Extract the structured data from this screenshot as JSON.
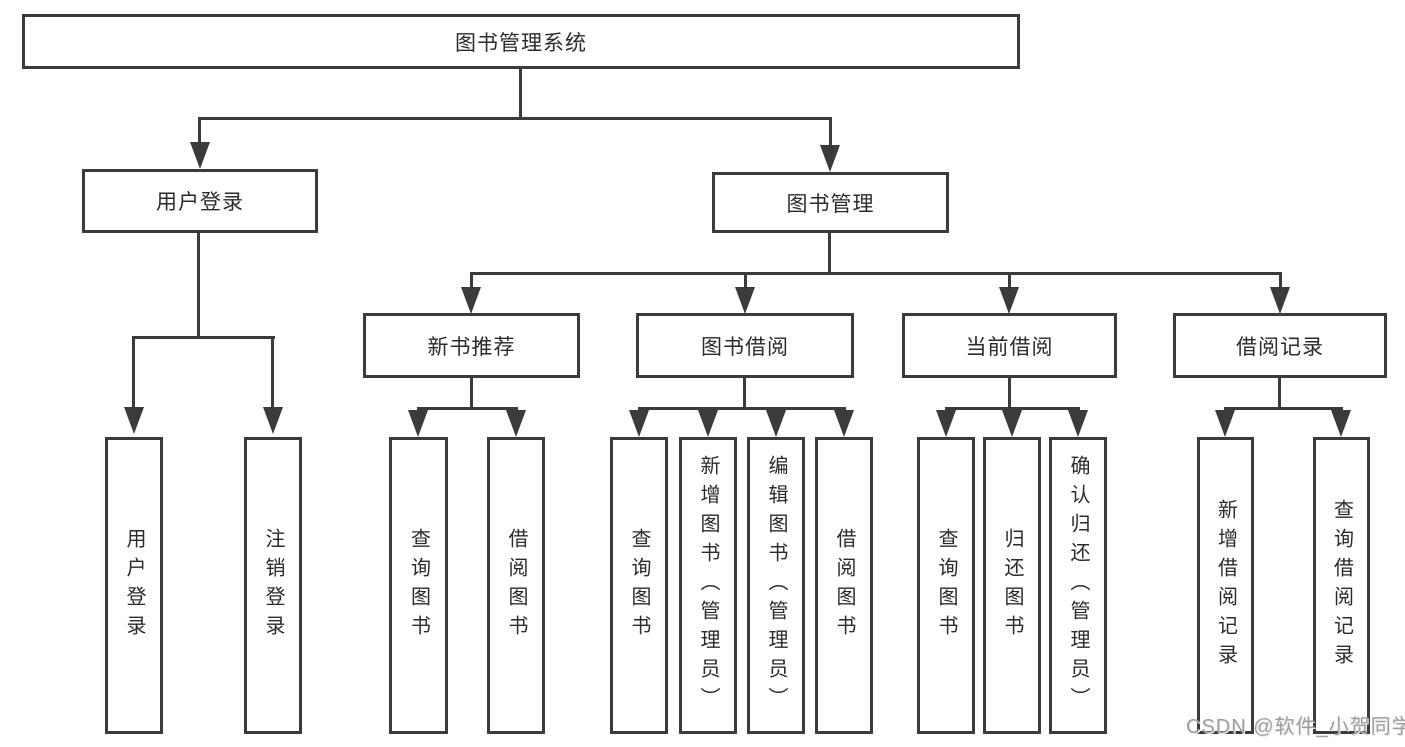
{
  "diagram_title": "图书管理系统",
  "colors": {
    "line": "#3b3b3b",
    "box_border": "#3b3b3b",
    "text": "#2b2b2b",
    "background": "#ffffff",
    "watermark": "#9e9e9e"
  },
  "nodes": {
    "root": "图书管理系统",
    "l1_user_login": "用户登录",
    "l1_book_mgmt": "图书管理",
    "l2_new_book_rec": "新书推荐",
    "l2_book_borrow": "图书借阅",
    "l2_current_borrow": "当前借阅",
    "l2_borrow_record": "借阅记录",
    "leaf_user_login": "用户登录",
    "leaf_logout": "注销登录",
    "leaf_nbr_query": "查询图书",
    "leaf_nbr_borrow": "借阅图书",
    "leaf_bb_query": "查询图书",
    "leaf_bb_add": "新增图书（管理员）",
    "leaf_bb_edit": "编辑图书（管理员）",
    "leaf_bb_borrow": "借阅图书",
    "leaf_cb_query": "查询图书",
    "leaf_cb_return": "归还图书",
    "leaf_cb_confirm": "确认归还（管理员）",
    "leaf_br_add": "新增借阅记录",
    "leaf_br_query": "查询借阅记录"
  },
  "tree": {
    "label": "图书管理系统",
    "children": [
      {
        "label": "用户登录",
        "children": [
          {
            "label": "用户登录"
          },
          {
            "label": "注销登录"
          }
        ]
      },
      {
        "label": "图书管理",
        "children": [
          {
            "label": "新书推荐",
            "children": [
              {
                "label": "查询图书"
              },
              {
                "label": "借阅图书"
              }
            ]
          },
          {
            "label": "图书借阅",
            "children": [
              {
                "label": "查询图书"
              },
              {
                "label": "新增图书（管理员）"
              },
              {
                "label": "编辑图书（管理员）"
              },
              {
                "label": "借阅图书"
              }
            ]
          },
          {
            "label": "当前借阅",
            "children": [
              {
                "label": "查询图书"
              },
              {
                "label": "归还图书"
              },
              {
                "label": "确认归还（管理员）"
              }
            ]
          },
          {
            "label": "借阅记录",
            "children": [
              {
                "label": "新增借阅记录"
              },
              {
                "label": "查询借阅记录"
              }
            ]
          }
        ]
      }
    ]
  },
  "watermark": {
    "text": "CSDN @软件_小贺同学"
  }
}
